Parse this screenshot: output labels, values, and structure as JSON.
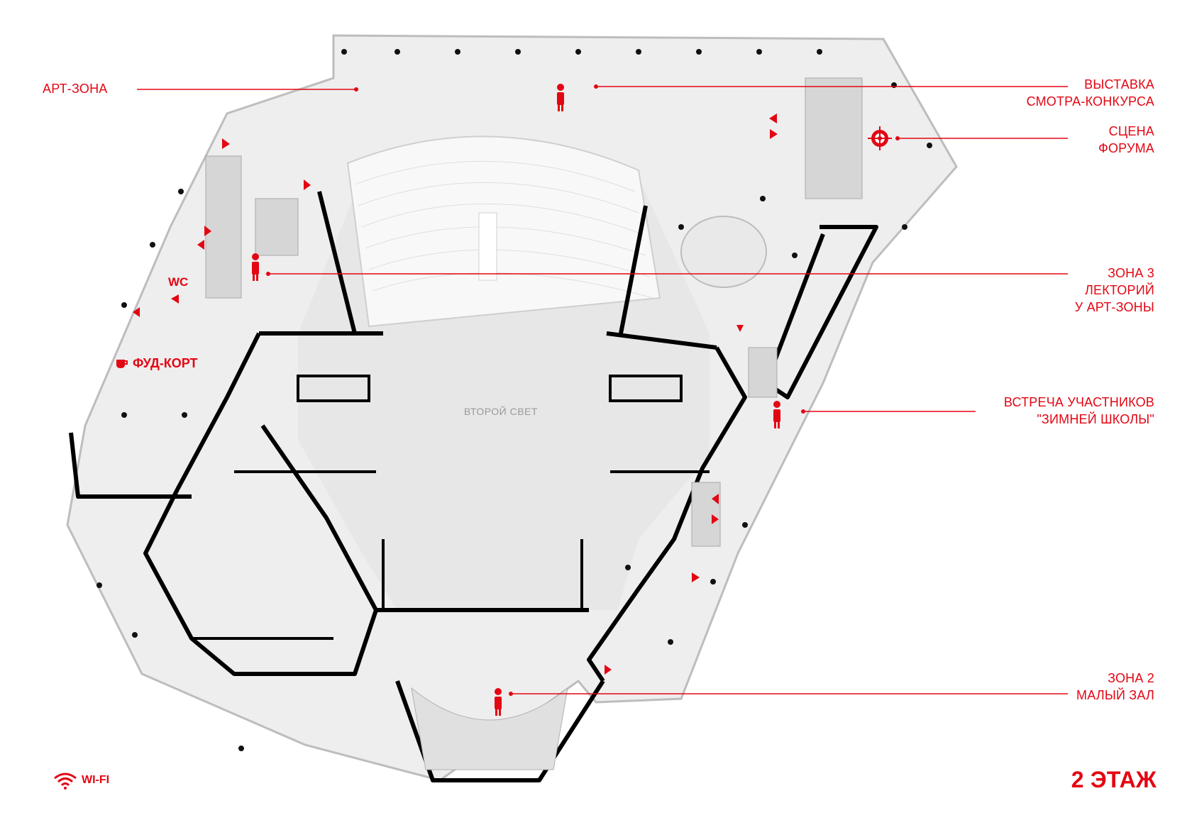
{
  "labels": {
    "art_zone": "АРТ-ЗОНА",
    "exhibition_line1": "ВЫСТАВКА",
    "exhibition_line2": "СМОТРА-КОНКУРСА",
    "forum_line1": "СЦЕНА",
    "forum_line2": "ФОРУМА",
    "zone3_line1": "ЗОНА 3",
    "zone3_line2": "ЛЕКТОРИЙ",
    "zone3_line3": "У АРТ-ЗОНЫ",
    "meeting_line1": "ВСТРЕЧА УЧАСТНИКОВ",
    "meeting_line2": "\"ЗИМНЕЙ ШКОЛЫ\"",
    "zone2_line1": "ЗОНА 2",
    "zone2_line2": "МАЛЫЙ ЗАЛ",
    "wc": "WC",
    "food_court": "ФУД-КОРТ",
    "wifi": "WI-FI",
    "floor": "2 ЭТАЖ",
    "second_light": "ВТОРОЙ СВЕТ"
  },
  "icons": {
    "person": "person-icon",
    "cup": "cup-icon",
    "wifi": "wifi-icon",
    "target": "target-icon",
    "arrow": "direction-arrow-icon"
  },
  "colors": {
    "accent": "#e30613",
    "wall": "#000000",
    "floor": "#eeeeee",
    "text_gray": "#9a9a9a"
  }
}
